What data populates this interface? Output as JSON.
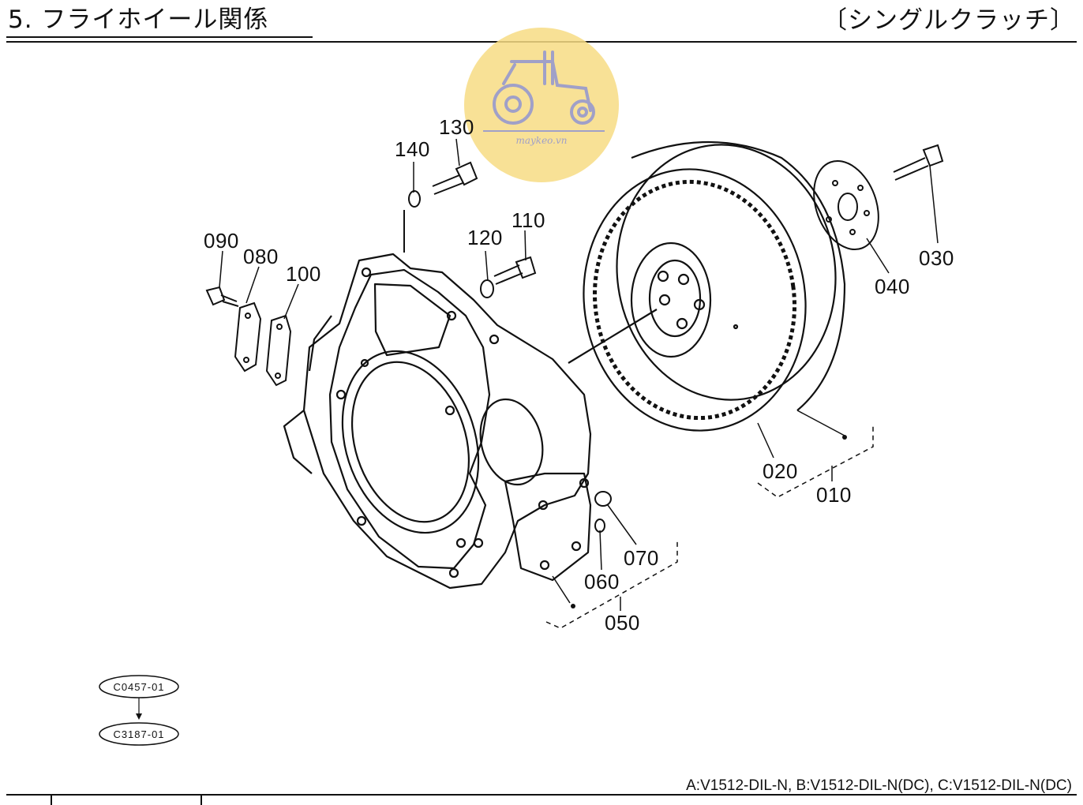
{
  "header": {
    "title": "5. フライホイール関係",
    "clutch_type": "〔シングルクラッチ〕"
  },
  "watermark": {
    "text": "maykeo.vn",
    "color": "#f7dc84"
  },
  "callouts": {
    "p010": "010",
    "p020": "020",
    "p030": "030",
    "p040": "040",
    "p050": "050",
    "p060": "060",
    "p070": "070",
    "p080": "080",
    "p090": "090",
    "p100": "100",
    "p110": "110",
    "p120": "120",
    "p130": "130",
    "p140": "140"
  },
  "references": {
    "from_code": "C0457-01",
    "to_code": "C3187-01"
  },
  "footer": {
    "models": "A:V1512-DIL-N,  B:V1512-DIL-N(DC),  C:V1512-DIL-N(DC)"
  }
}
